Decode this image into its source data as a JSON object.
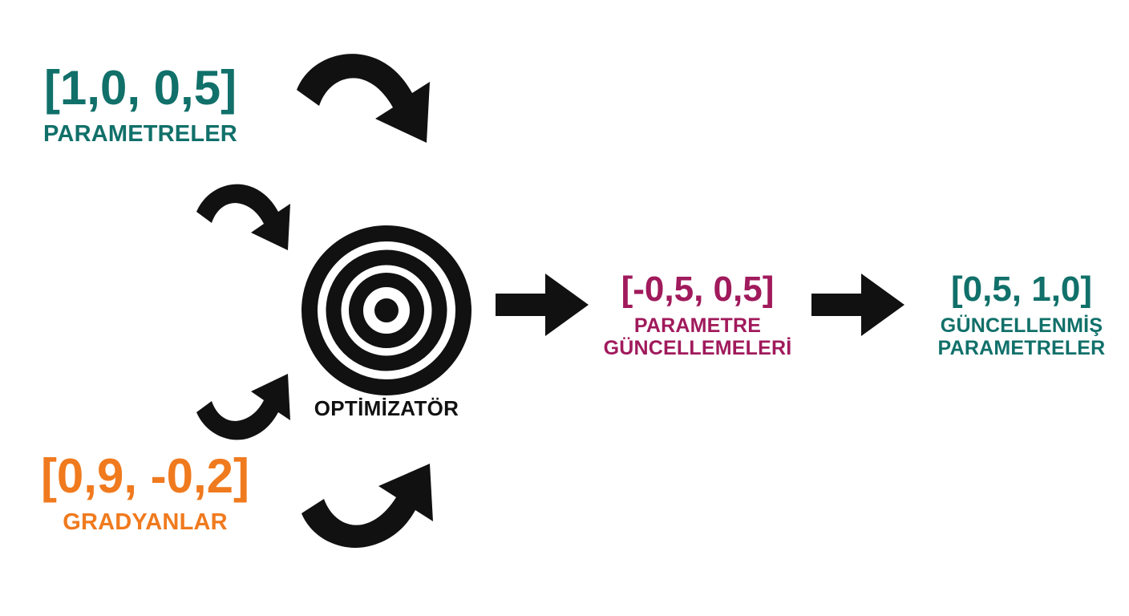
{
  "diagram": {
    "title": "Optimizer parameter update flow",
    "background": "#ffffff",
    "colors": {
      "teal": "#11706a",
      "orange": "#f07a1e",
      "magenta": "#a01a5c",
      "black": "#111111"
    }
  },
  "nodes": {
    "parameters": {
      "vector": "[1,0, 0,5]",
      "label": "PARAMETRELER",
      "color": "#11706a",
      "values": [
        1.0,
        0.5
      ]
    },
    "gradients": {
      "vector": "[0,9, -0,2]",
      "label": "GRADYANLAR",
      "color": "#f07a1e",
      "values": [
        0.9,
        -0.2
      ]
    },
    "optimizer": {
      "label": "OPTİMİZATÖR",
      "color": "#111111",
      "icon": "target-rings-icon"
    },
    "updates": {
      "vector": "[-0,5, 0,5]",
      "label_line1": "PARAMETRE",
      "label_line2": "GÜNCELLEMELERİ",
      "color": "#a01a5c",
      "values": [
        -0.5,
        0.5
      ]
    },
    "updated_parameters": {
      "vector": "[0,5, 1,0]",
      "label_line1": "GÜNCELLENMİŞ",
      "label_line2": "PARAMETRELER",
      "color": "#11706a",
      "values": [
        0.5,
        1.0
      ]
    }
  },
  "arrows": [
    {
      "name": "arrow-parameters-to-optimizer-upper",
      "style": "curved",
      "direction": "down-right",
      "color": "#111111"
    },
    {
      "name": "arrow-parameters-to-optimizer-lower",
      "style": "curved",
      "direction": "down-right",
      "color": "#111111"
    },
    {
      "name": "arrow-gradients-to-optimizer-upper",
      "style": "curved",
      "direction": "up-right",
      "color": "#111111"
    },
    {
      "name": "arrow-gradients-to-optimizer-lower",
      "style": "curved",
      "direction": "up-right",
      "color": "#111111"
    },
    {
      "name": "arrow-optimizer-to-updates",
      "style": "straight",
      "direction": "right",
      "color": "#111111"
    },
    {
      "name": "arrow-updates-to-updated-parameters",
      "style": "straight",
      "direction": "right",
      "color": "#111111"
    }
  ]
}
